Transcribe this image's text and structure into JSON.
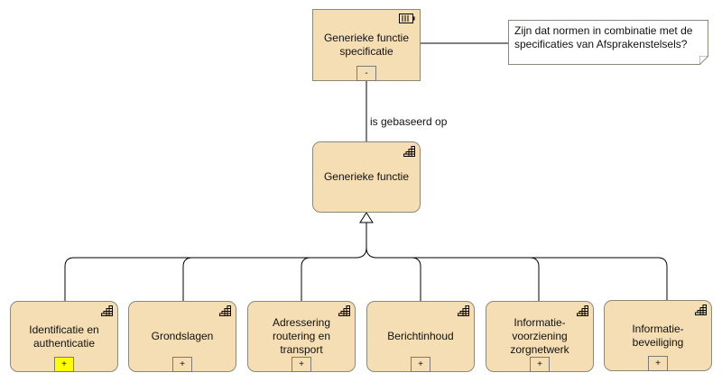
{
  "diagram": {
    "top_node": {
      "label": "Generieke functie specificatie",
      "icon": "artifact-icon",
      "collapse": "-"
    },
    "note": {
      "text": "Zijn dat normen in combinatie met de specificaties van Afsprakenstelsels?"
    },
    "relation": {
      "label": "is gebaseerd op"
    },
    "parent_node": {
      "label": "Generieke functie",
      "icon": "function-icon"
    },
    "children": [
      {
        "label": "Identificatie en authenticatie",
        "expand": "+",
        "highlight": true
      },
      {
        "label": "Grondslagen",
        "expand": "+",
        "highlight": false
      },
      {
        "label": "Adressering routering en transport",
        "expand": "+",
        "highlight": false
      },
      {
        "label": "Berichtinhoud",
        "expand": "+",
        "highlight": false
      },
      {
        "label": "Informatie-voorziening zorgnetwerk",
        "expand": "+",
        "highlight": false
      },
      {
        "label": "Informatie-beveiliging",
        "expand": "+",
        "highlight": false
      }
    ],
    "colors": {
      "node_fill": "#f5deb3",
      "border": "#8a8a7a",
      "highlight": "#ffff00",
      "line": "#000000"
    }
  }
}
